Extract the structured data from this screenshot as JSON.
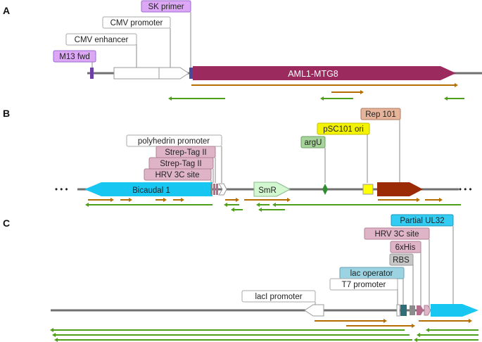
{
  "colors": {
    "backbone": "#707070",
    "purple_tag": "#dca8f5",
    "white_tag": "#ffffff",
    "pink_tag": "#dfb4c6",
    "green_tag": "#a7d49a",
    "yellow_tag": "#f3f300",
    "salmon_tag": "#e5b49a",
    "blue_tag": "#9cd3e2",
    "grey_tag": "#c7c7c7",
    "cyan_tag": "#33ccf2",
    "aml1_arrow": "#9b2a5f",
    "rep_arrow": "#9b2a06",
    "cyan_arrow": "#17c6f1",
    "smr_arrow": "#d3f7d1",
    "argu_marker": "#2f8c2f",
    "ori_marker": "#ffff00",
    "lac_operator_box": "#2f6e78",
    "rbs_box": "#8c8c8c",
    "his_box": "#b46e8c",
    "primer_fwd": "#b46e00",
    "primer_rev": "#4ea01a"
  },
  "panels": [
    {
      "letter": "A",
      "features": {
        "aml1": "AML1-MTG8"
      },
      "labels": {
        "sk_primer": "SK primer",
        "cmv_promoter": "CMV promoter",
        "cmv_enhancer": "CMV enhancer",
        "m13_fwd": "M13 fwd"
      }
    },
    {
      "letter": "B",
      "features": {
        "bicaudal": "Bicaudal 1",
        "smr": "SmR"
      },
      "labels": {
        "rep101": "Rep 101",
        "psc101": "pSC101 ori",
        "argu": "argU",
        "polyhedrin": "polyhedrin promoter",
        "strep1": "Strep-Tag II",
        "strep2": "Strep-Tag II",
        "hrv": "HRV 3C site"
      },
      "ellipsis_left": "• • •",
      "ellipsis_right": "• • •"
    },
    {
      "letter": "C",
      "labels": {
        "partial_ul32": "Partial UL32",
        "hrv": "HRV 3C site",
        "his": "6xHis",
        "rbs": "RBS",
        "lac_operator": "lac operator",
        "t7": "T7 promoter",
        "laci": "lacI promoter"
      }
    }
  ]
}
